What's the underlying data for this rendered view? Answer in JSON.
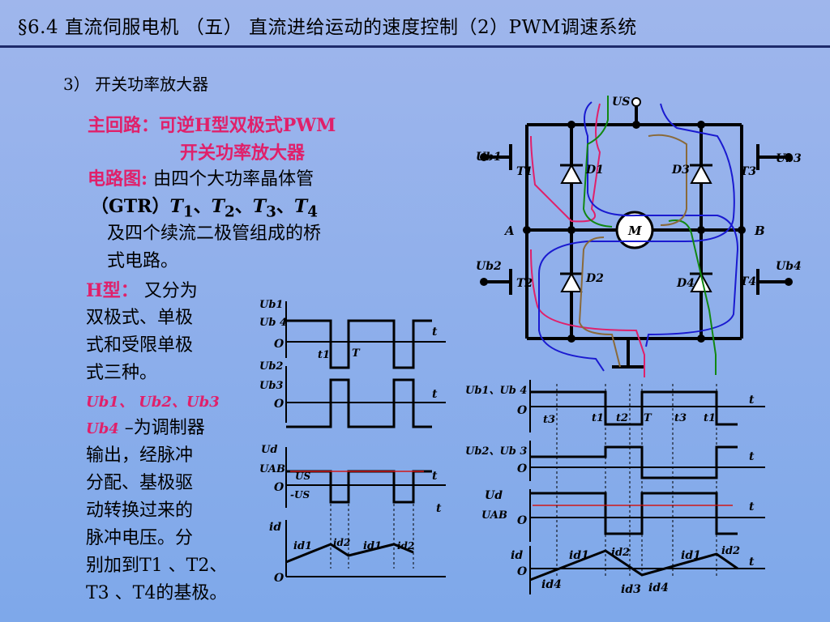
{
  "title": "§6.4 直流伺服电机 （五） 直流进给运动的速度控制（2）PWM调速系统",
  "subtitle": "3）  开关功率放大器",
  "main_circuit": {
    "label": "主回路：",
    "line1": "可逆H型双极式PWM",
    "line2": "开关功率放大器"
  },
  "circuit_diagram": {
    "label": "电路图:",
    "l1": "由四个大功率晶体管",
    "l2a": "（GTR）",
    "t1": "T",
    "s1": "1",
    "t2": "T",
    "s2": "2",
    "t3": "T",
    "s3": "3",
    "t4": "T",
    "s4": "4",
    "sep": "、",
    "l3": "及四个续流二极管组成的桥",
    "l4": "式电路。"
  },
  "htype": {
    "label": "H型：",
    "l1": " 又分为",
    "l2": "双极式、单极",
    "l3": "式和受限单极",
    "l4": "式三种。"
  },
  "ub_note": {
    "l1a": "Ub1",
    "l1b": "Ub2",
    "l1c": "Ub3",
    "l2a": "Ub4",
    "l2b": " –为调制器",
    "l3": "输出，经脉冲",
    "l4": "分配、基极驱",
    "l5": "动转换过来的",
    "l6": "脉冲电压。分",
    "l7a": "别加到T1 、T2、",
    "l8": "T3 、T4的基极。"
  },
  "circuit": {
    "us": "US",
    "ub1": "Ub1",
    "ub2": "Ub2",
    "ub3": "Ub3",
    "ub4": "Ub4",
    "T1": "T1",
    "T2": "T2",
    "T3": "T3",
    "T4": "T4",
    "D1": "D1",
    "D2": "D2",
    "D3": "D3",
    "D4": "D4",
    "A": "A",
    "B": "B",
    "M": "M"
  },
  "wave_left": {
    "ub14": [
      "Ub1",
      "Ub 4"
    ],
    "ub23": [
      "Ub2",
      "Ub3"
    ],
    "ud": [
      "Ud",
      "UAB"
    ],
    "id": "id",
    "O": "O",
    "t": "t",
    "t1": "t1",
    "T": "T",
    "us": "US",
    "mus": "-US",
    "id1": "id1",
    "id2": "id2"
  },
  "wave_right": {
    "ub14": "Ub1、Ub 4",
    "ub23": "Ub2、Ub 3",
    "ud": [
      "Ud",
      "UAB"
    ],
    "id": "id",
    "O": "O",
    "t": "t",
    "t3": "t3",
    "t1": "t1",
    "t2": "t2",
    "T": "T",
    "id1": "id1",
    "id2": "id2",
    "id3": "id3",
    "id4": "id4"
  }
}
